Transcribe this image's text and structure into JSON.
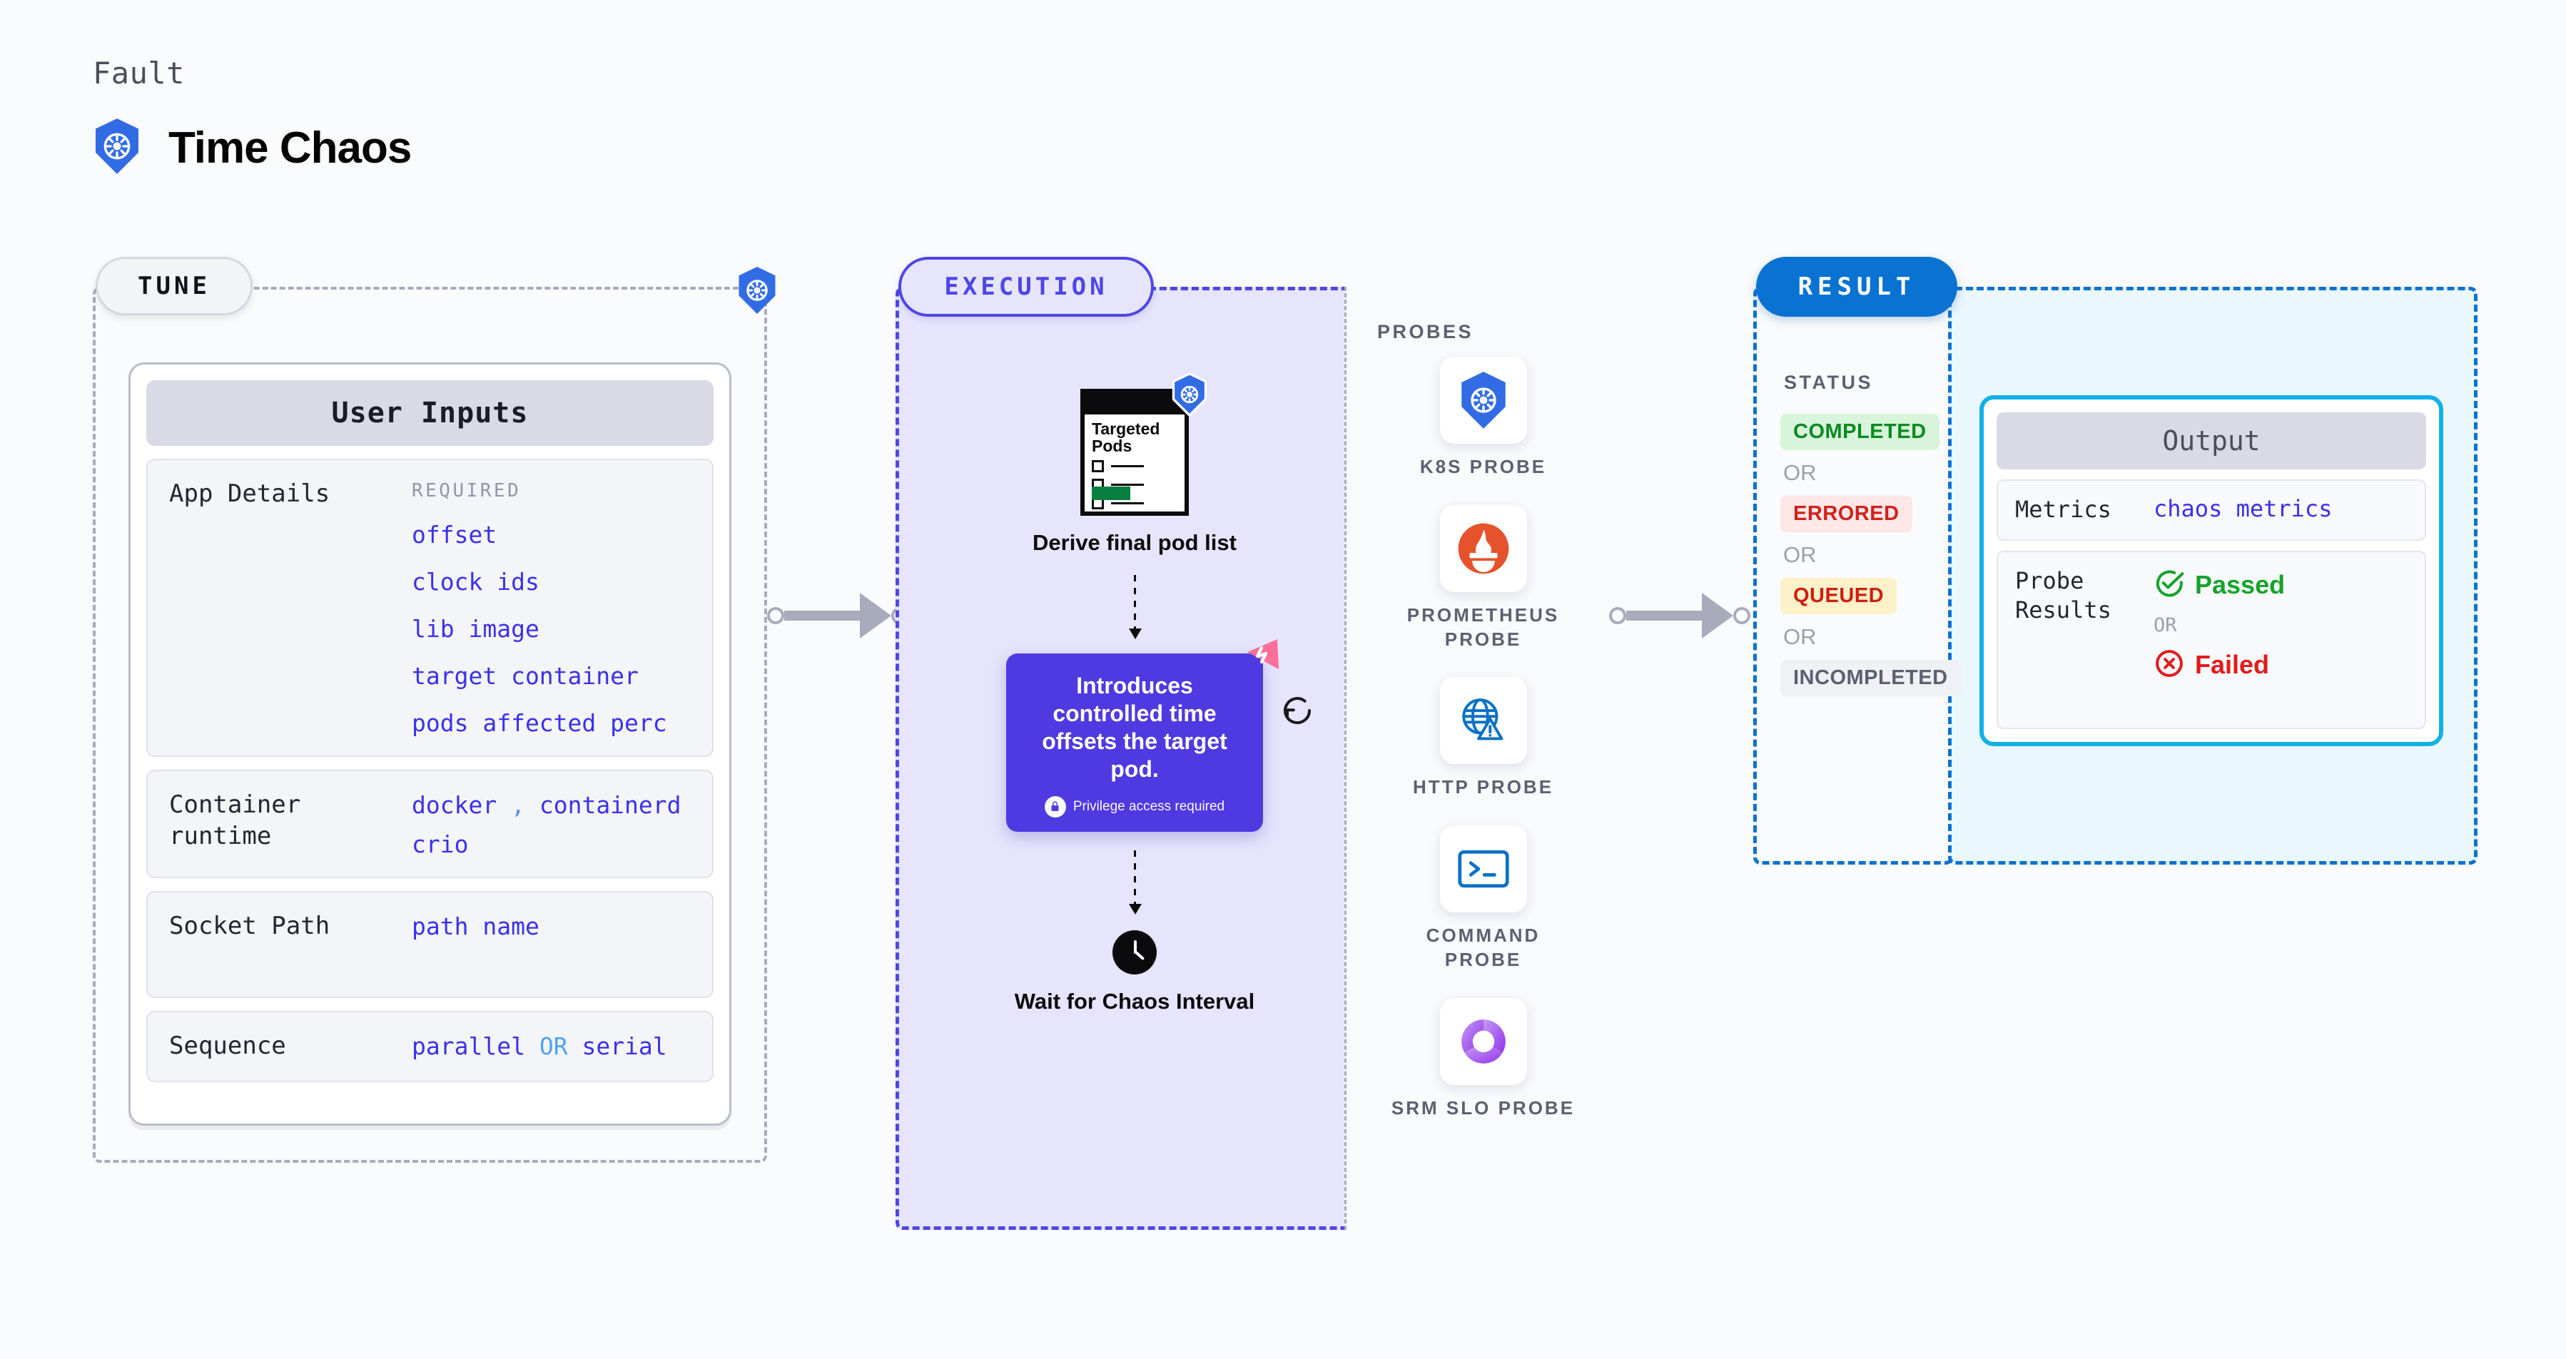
{
  "header": {
    "eyebrow": "Fault",
    "title": "Time Chaos",
    "icon": "kubernetes-icon"
  },
  "stages": {
    "tune": {
      "label": "TUNE"
    },
    "execution": {
      "label": "EXECUTION"
    },
    "result": {
      "label": "RESULT"
    }
  },
  "user_inputs": {
    "heading": "User Inputs",
    "rows": [
      {
        "key": "App Details",
        "required_label": "REQUIRED",
        "values": [
          "offset",
          "clock ids",
          "lib image",
          "target container",
          "pods affected perc"
        ]
      },
      {
        "key": "Container runtime",
        "values": [
          "docker , containerd",
          "crio"
        ]
      },
      {
        "key": "Socket Path",
        "values": [
          "path name"
        ]
      },
      {
        "key": "Sequence",
        "values": [
          "parallel OR serial"
        ]
      }
    ],
    "runtime_value_1a": "docker",
    "runtime_value_sep": ",",
    "runtime_value_1b": "containerd",
    "runtime_value_2": "crio",
    "socket_value": "path name",
    "sequence_value_a": "parallel",
    "sequence_or": "OR",
    "sequence_value_b": "serial"
  },
  "execution": {
    "doc_title_line1": "Targeted",
    "doc_title_line2": "Pods",
    "step1_label": "Derive final pod list",
    "callout": {
      "text": "Introduces controlled time offsets the target pod.",
      "privilege": "Privilege access required",
      "icon": "lock-icon",
      "marker_icon": "chaos-triangle-icon",
      "refresh_icon": "refresh-icon"
    },
    "step2_label": "Wait for Chaos Interval",
    "step2_icon": "clock-icon"
  },
  "probes": {
    "title": "PROBES",
    "items": [
      {
        "name": "K8S PROBE",
        "icon": "kubernetes-icon"
      },
      {
        "name": "PROMETHEUS PROBE",
        "icon": "prometheus-icon"
      },
      {
        "name": "HTTP PROBE",
        "icon": "globe-warning-icon"
      },
      {
        "name": "COMMAND PROBE",
        "icon": "terminal-icon"
      },
      {
        "name": "SRM SLO PROBE",
        "icon": "srm-slo-icon"
      }
    ]
  },
  "result": {
    "status_title": "STATUS",
    "or_label": "OR",
    "statuses": [
      {
        "label": "COMPLETED",
        "style": "completed"
      },
      {
        "label": "ERRORED",
        "style": "errored"
      },
      {
        "label": "QUEUED",
        "style": "queued"
      },
      {
        "label": "INCOMPLETED",
        "style": "incompleted"
      }
    ],
    "output": {
      "heading": "Output",
      "metrics_key": "Metrics",
      "metrics_value": "chaos metrics",
      "probe_results_key": "Probe Results",
      "passed": "Passed",
      "or_label": "OR",
      "failed": "Failed",
      "passed_icon": "check-circle-icon",
      "failed_icon": "x-circle-icon"
    }
  },
  "colors": {
    "accent_indigo": "#4f46e5",
    "accent_blue": "#0a72d1",
    "accent_cyan": "#12b0e8",
    "value_purple": "#3b30e8",
    "success_green": "#16a32a",
    "error_red": "#e01b1b",
    "k8s_blue": "#326ce5",
    "prometheus_orange": "#e6522c",
    "pink_marker": "#fb6f98"
  }
}
